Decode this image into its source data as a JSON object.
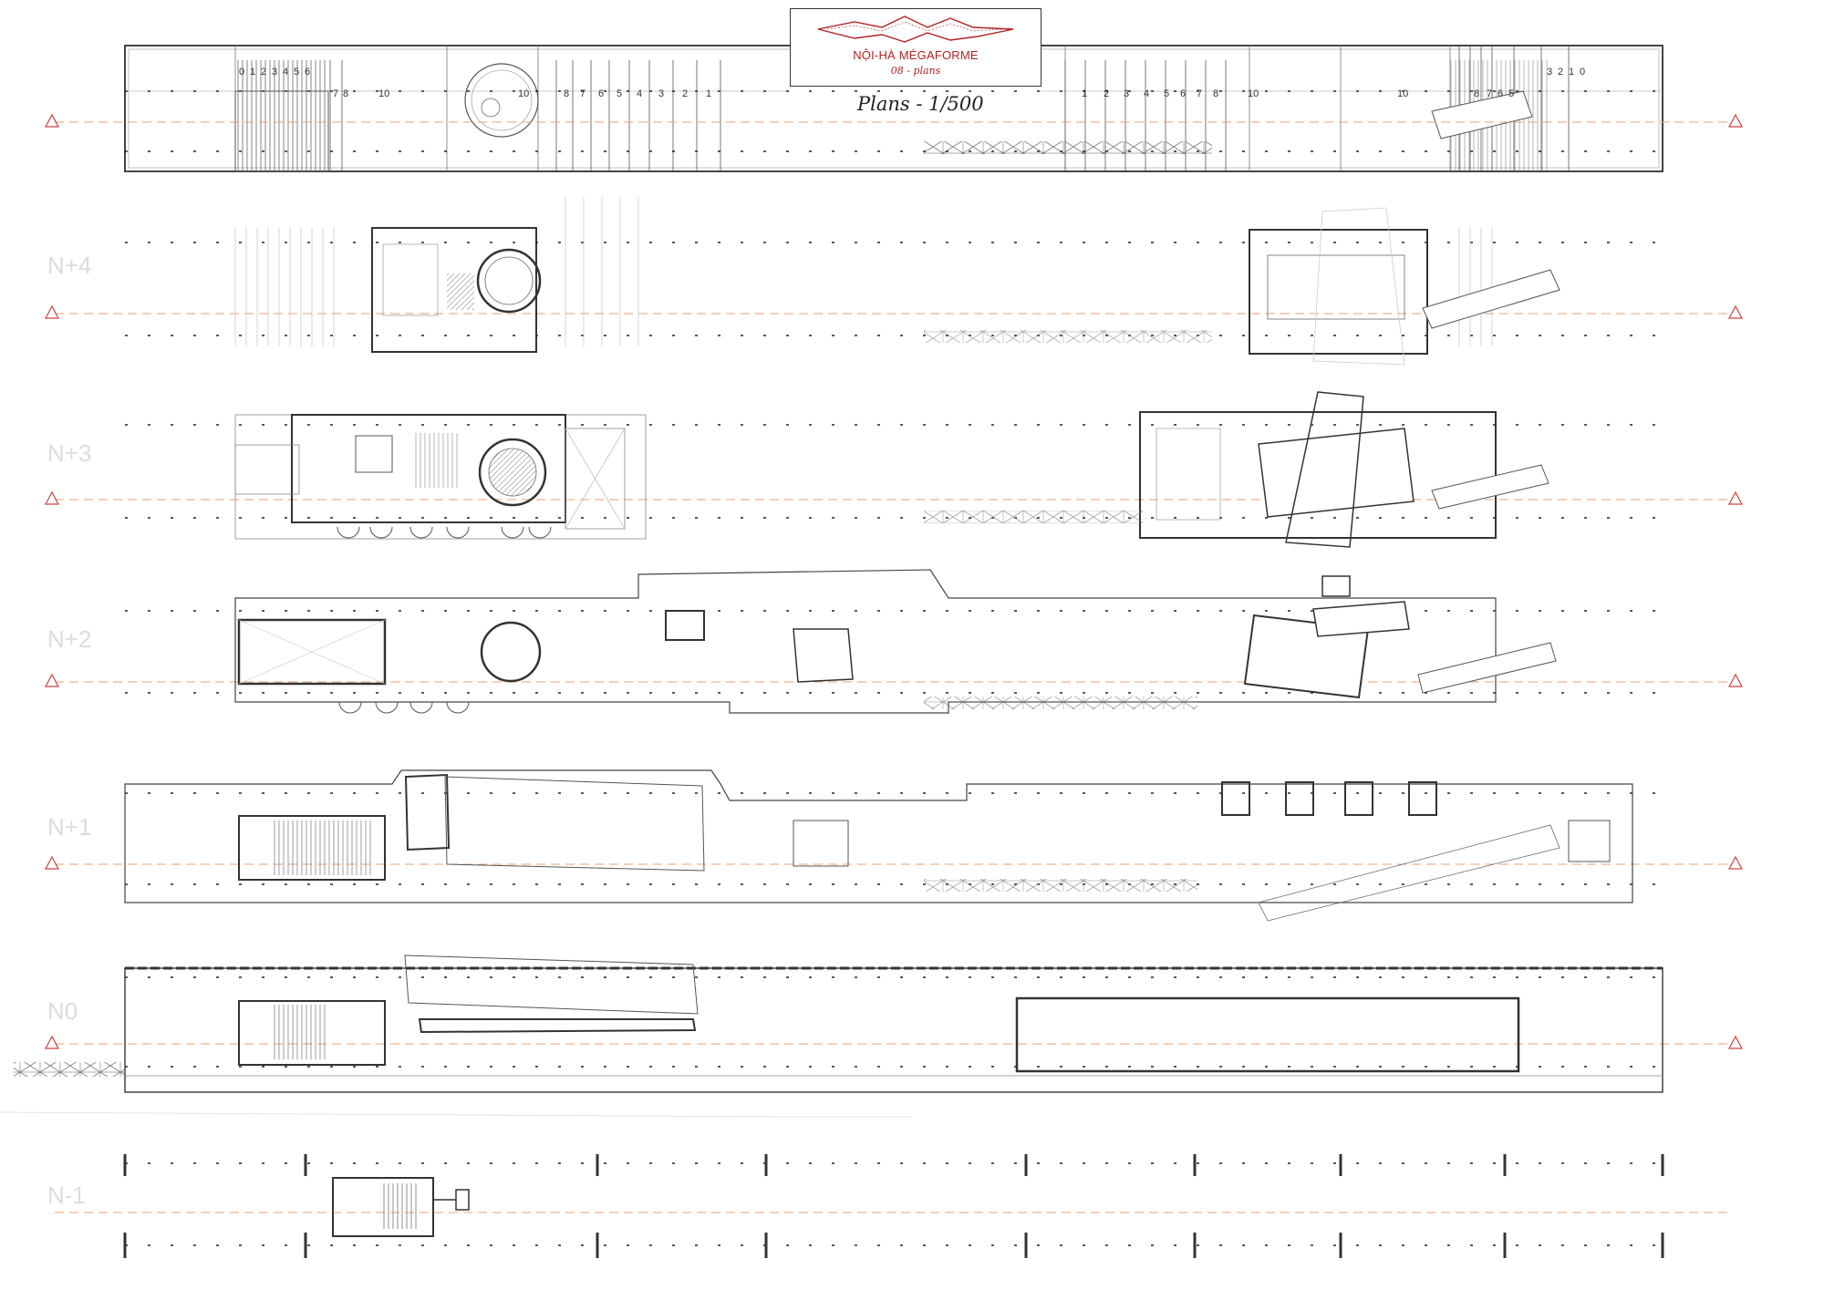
{
  "title_block": {
    "project": "NỘI-HÀ MÉGAFORME",
    "sheet": "08 - plans"
  },
  "scale_title": "Plans - 1/500",
  "levels": [
    {
      "label": "N+4"
    },
    {
      "label": "N+3"
    },
    {
      "label": "N+2"
    },
    {
      "label": "N+1"
    },
    {
      "label": "N0"
    },
    {
      "label": "N-1"
    }
  ],
  "roof_ramp_numbers": {
    "left_stair": [
      "0",
      "1",
      "2",
      "3",
      "4",
      "5",
      "6"
    ],
    "left_a": [
      "7",
      "8"
    ],
    "left_b": "10",
    "left_c": "10",
    "left_desc": [
      "8",
      "7",
      "6",
      "5",
      "4",
      "3",
      "2",
      "1"
    ],
    "right_asc": [
      "1",
      "2",
      "3",
      "4",
      "5",
      "6",
      "7",
      "8"
    ],
    "right_b": "10",
    "right_c": "10",
    "right_desc": [
      "8",
      "7",
      "6",
      "5"
    ],
    "right_stair": [
      "3",
      "2",
      "1",
      "0"
    ]
  },
  "colors": {
    "line": "#555555",
    "axis": "#e8a070",
    "marker": "#d04040",
    "accent": "#b22222",
    "faint": "#c8c8c8"
  }
}
